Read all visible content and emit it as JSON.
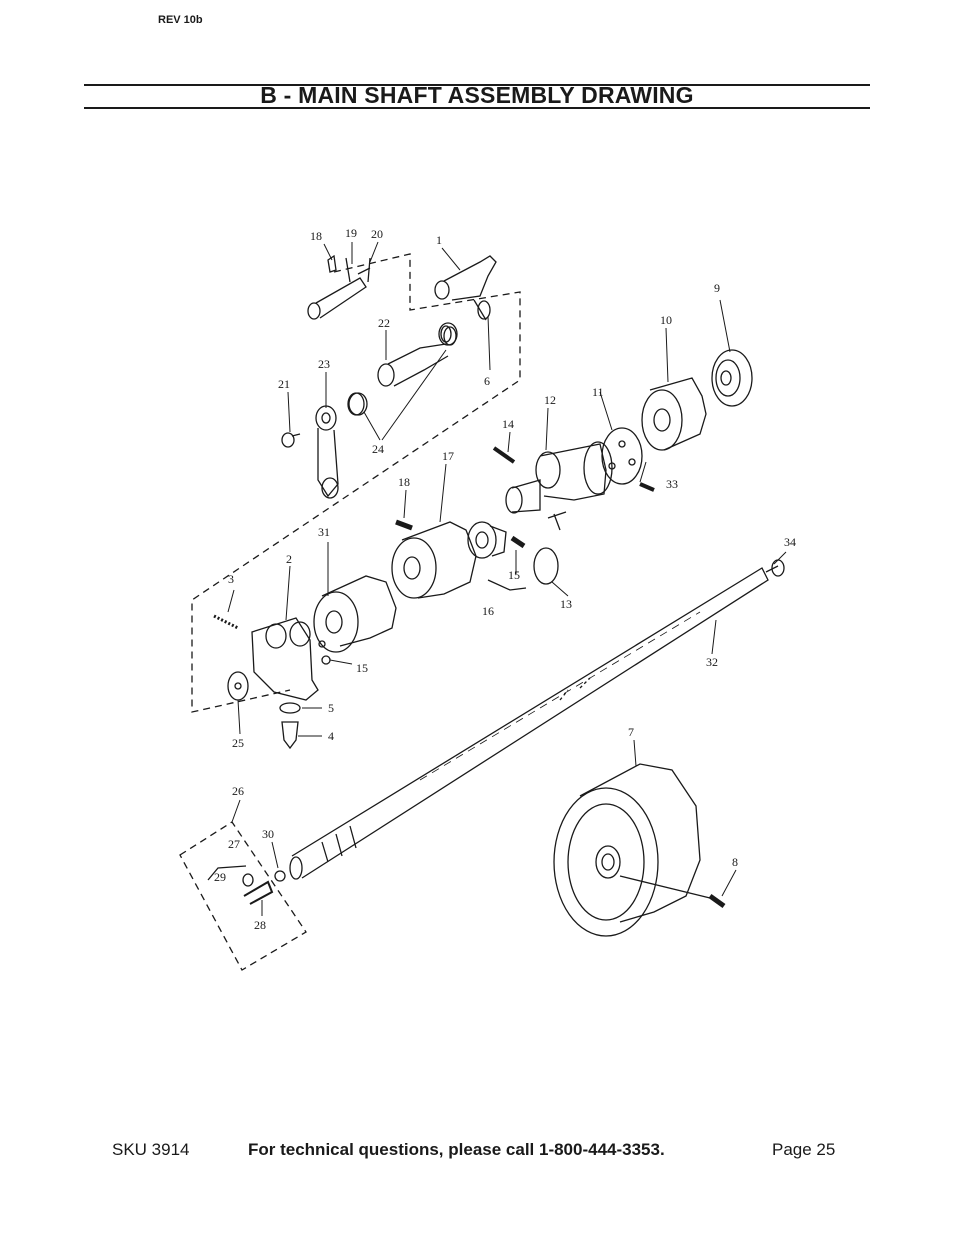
{
  "header": {
    "revision": "REV 10b",
    "title": "B - MAIN SHAFT ASSEMBLY DRAWING"
  },
  "diagram": {
    "part_numbers": {
      "p1": "1",
      "p2": "2",
      "p3": "3",
      "p4": "4",
      "p5": "5",
      "p6": "6",
      "p7": "7",
      "p8": "8",
      "p9": "9",
      "p10": "10",
      "p11": "11",
      "p12": "12",
      "p13": "13",
      "p14": "14",
      "p15a": "15",
      "p15b": "15",
      "p16": "16",
      "p17": "17",
      "p18a": "18",
      "p18b": "18",
      "p19": "19",
      "p20": "20",
      "p21": "21",
      "p22": "22",
      "p23": "23",
      "p24": "24",
      "p25": "25",
      "p26": "26",
      "p27": "27",
      "p28": "28",
      "p29": "29",
      "p30": "30",
      "p31": "31",
      "p32": "32",
      "p33": "33",
      "p34": "34"
    }
  },
  "footer": {
    "sku": "SKU 3914",
    "technical_note": "For technical questions, please call 1-800-444-3353.",
    "page": "Page 25"
  }
}
